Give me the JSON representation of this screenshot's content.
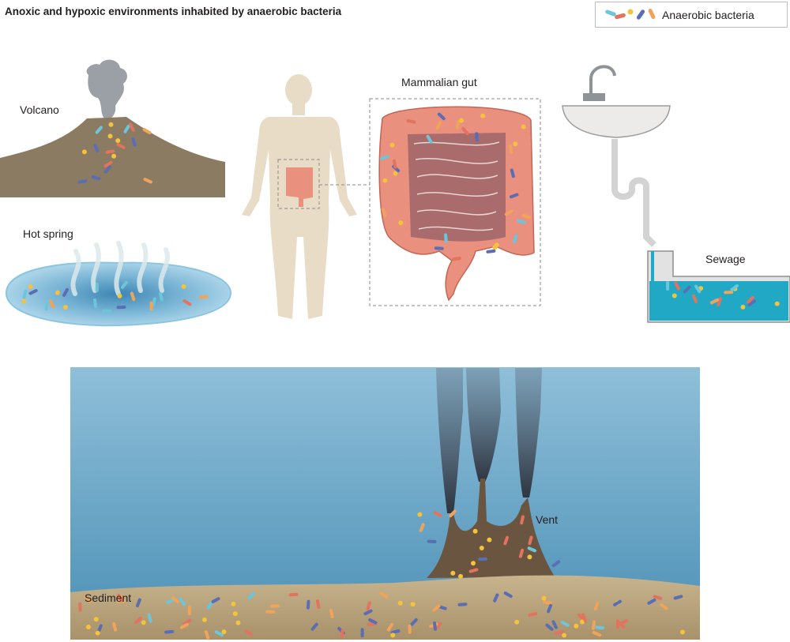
{
  "title": "Anoxic and hypoxic environments inhabited by anaerobic bacteria",
  "legend": {
    "label": "Anaerobic bacteria",
    "icon": "bacteria-icon"
  },
  "environments": {
    "volcano": "Volcano",
    "hot_spring": "Hot spring",
    "mammalian_gut": "Mammalian gut",
    "sewage": "Sewage",
    "vent": "Vent",
    "sediment": "Sediment"
  },
  "colors": {
    "rod_blue": "#5b6db3",
    "rod_cyan": "#6cc6d9",
    "rod_orange": "#f0a45a",
    "rod_red": "#e2735f",
    "coccus_yellow": "#f4c23b",
    "volcano_ground": "#8b7b63",
    "gut": "#e9907f",
    "gut_inner": "#a96b6b",
    "sewage_water": "#21a8c4",
    "ocean": "#6aa7c8",
    "sediment": "#b49f7a"
  }
}
